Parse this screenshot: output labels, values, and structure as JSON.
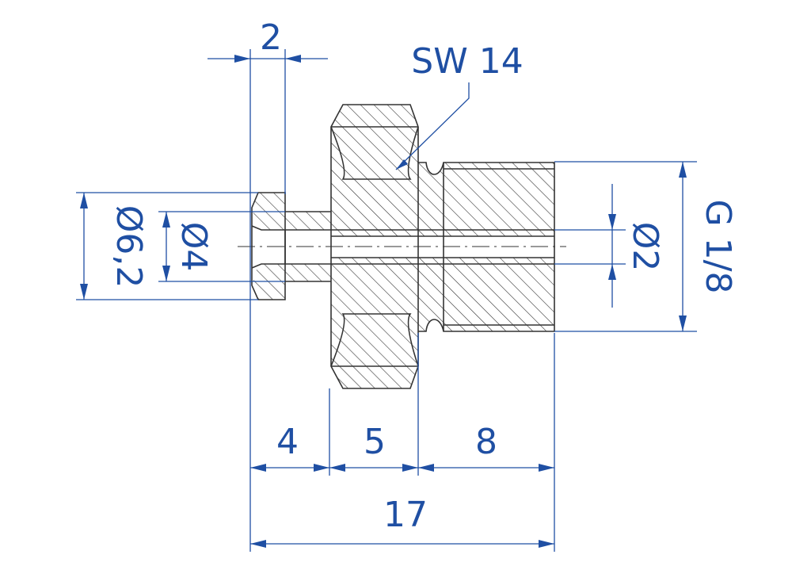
{
  "drawing": {
    "colors": {
      "dimension": "#1f4fa3",
      "outline": "#333333",
      "hatch": "#333333"
    },
    "dimensions": {
      "collar_width": "2",
      "wrench_size": "SW 14",
      "collar_diameter": "Ø6,2",
      "shank_diameter": "Ø4",
      "bore_diameter": "Ø2",
      "thread": "G 1/8",
      "shank_length": "4",
      "hex_length": "5",
      "thread_length": "8",
      "overall_length": "17"
    }
  }
}
